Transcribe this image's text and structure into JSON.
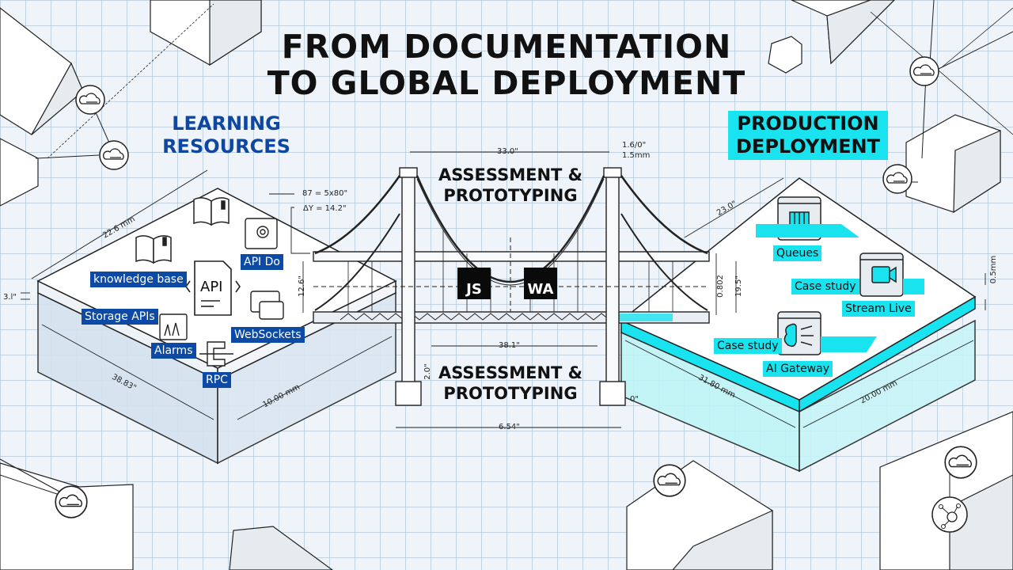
{
  "title": {
    "line1": "FROM DOCUMENTATION",
    "line2": "TO GLOBAL DEPLOYMENT"
  },
  "learning_resources": {
    "heading_line1": "LEARNING",
    "heading_line2": "RESOURCES",
    "accent_color": "#0d47a1",
    "items": [
      {
        "label": "knowledge base",
        "icon": "book-icon"
      },
      {
        "label": "API Do",
        "icon": "gear-document-icon"
      },
      {
        "label": "API",
        "icon": "api-document-icon"
      },
      {
        "label": "Storage APIs",
        "icon": "book-icon"
      },
      {
        "label": "WebSockets",
        "icon": "websocket-icon"
      },
      {
        "label": "Alarms",
        "icon": "alarm-chart-icon"
      },
      {
        "label": "RPC",
        "icon": "rpc-icon"
      }
    ],
    "dimensions": {
      "top_edge": "22.6 mm",
      "thickness": "3.l\"",
      "left_edge": "38.83\"",
      "right_edge": "10.00 mm"
    }
  },
  "bridge": {
    "top_label_line1": "ASSESSMENT &",
    "top_label_line2": "PROTOTYPING",
    "bottom_label_line1": "ASSESSMENT &",
    "bottom_label_line2": "PROTOTYPING",
    "logos": [
      {
        "text": "JS",
        "icon": "javascript-logo-icon"
      },
      {
        "text": "WA",
        "icon": "webassembly-logo-icon"
      }
    ],
    "dimensions": {
      "span_top": "33.0\"",
      "tower_cap_line1": "1.6/0\"",
      "tower_cap_line2": "1.5mm",
      "note1": "87 = 5x80\"",
      "note2": "ΔY = 14.2\"",
      "deck_height_left": "12.6\"",
      "deck_height_right_inner": "0.802",
      "deck_height_right_outer": "19.5\"",
      "span_inner": "38.1\"",
      "pier_height": "2.0\"",
      "footing": "0\"",
      "span_bottom": "6.54\""
    }
  },
  "production_deployment": {
    "heading_line1": "PRODUCTION",
    "heading_line2": "DEPLOYMENT",
    "accent_color": "#19e3ef",
    "items": [
      {
        "label": "Queues",
        "icon": "queue-icon"
      },
      {
        "label": "Case study",
        "icon": "none"
      },
      {
        "label": "Stream Live",
        "icon": "video-camera-icon"
      },
      {
        "label": "Case study",
        "icon": "none"
      },
      {
        "label": "AI Gateway",
        "icon": "brain-circuit-icon"
      }
    ],
    "dimensions": {
      "top_edge": "23.0\"",
      "thickness": "0.5mm",
      "left_edge": "31.80 mm",
      "right_edge": "20.00 mm"
    }
  }
}
